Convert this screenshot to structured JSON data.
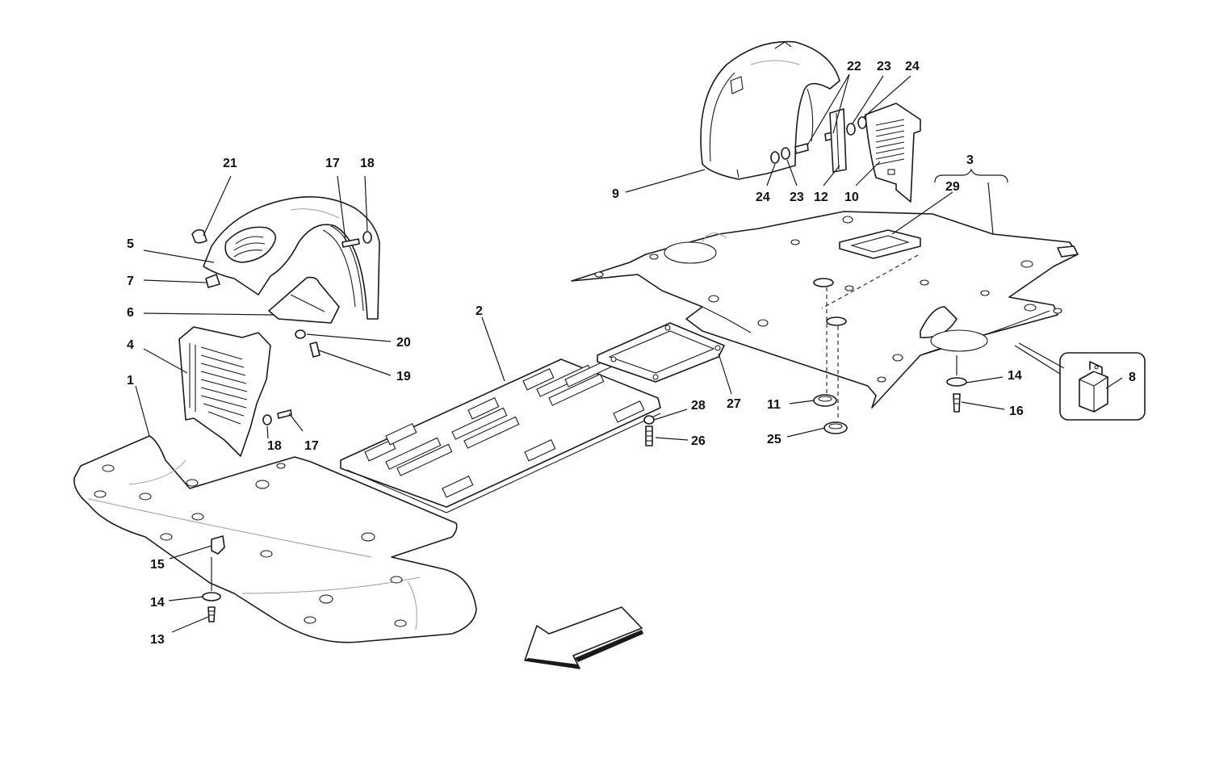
{
  "callouts": [
    {
      "id": "c1",
      "text": "1"
    },
    {
      "id": "c2",
      "text": "2"
    },
    {
      "id": "c3",
      "text": "3"
    },
    {
      "id": "c4",
      "text": "4"
    },
    {
      "id": "c5",
      "text": "5"
    },
    {
      "id": "c6",
      "text": "6"
    },
    {
      "id": "c7",
      "text": "7"
    },
    {
      "id": "c8",
      "text": "8"
    },
    {
      "id": "c9",
      "text": "9"
    },
    {
      "id": "c10",
      "text": "10"
    },
    {
      "id": "c11",
      "text": "11"
    },
    {
      "id": "c12",
      "text": "12"
    },
    {
      "id": "c13",
      "text": "13"
    },
    {
      "id": "c14a",
      "text": "14"
    },
    {
      "id": "c14b",
      "text": "14"
    },
    {
      "id": "c15",
      "text": "15"
    },
    {
      "id": "c16",
      "text": "16"
    },
    {
      "id": "c17a",
      "text": "17"
    },
    {
      "id": "c17b",
      "text": "17"
    },
    {
      "id": "c18a",
      "text": "18"
    },
    {
      "id": "c18b",
      "text": "18"
    },
    {
      "id": "c19",
      "text": "19"
    },
    {
      "id": "c20",
      "text": "20"
    },
    {
      "id": "c21",
      "text": "21"
    },
    {
      "id": "c22",
      "text": "22"
    },
    {
      "id": "c23a",
      "text": "23"
    },
    {
      "id": "c23b",
      "text": "23"
    },
    {
      "id": "c24a",
      "text": "24"
    },
    {
      "id": "c24b",
      "text": "24"
    },
    {
      "id": "c25",
      "text": "25"
    },
    {
      "id": "c26",
      "text": "26"
    },
    {
      "id": "c27",
      "text": "27"
    },
    {
      "id": "c28",
      "text": "28"
    },
    {
      "id": "c29",
      "text": "29"
    }
  ]
}
